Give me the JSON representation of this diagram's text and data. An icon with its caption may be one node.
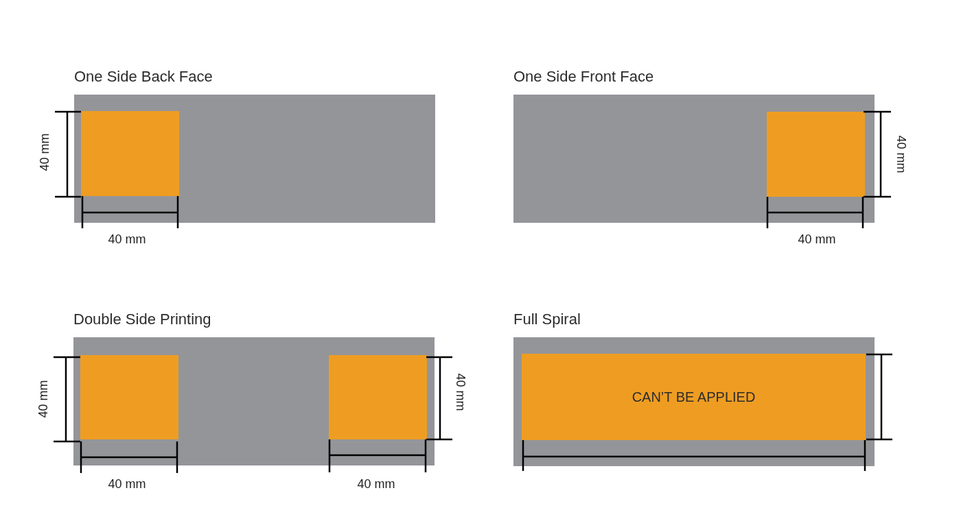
{
  "diagram": {
    "nodes": [
      {
        "text": [
          "One Side Back Face"
        ]
      },
      {
        "text": [],
        "shape": "box",
        "in": 0
      },
      {
        "text": [
          "One Side Front Face"
        ]
      },
      {
        "text": [],
        "shape": "box",
        "in": 2
      },
      {
        "text": [
          "Double Side Printing"
        ]
      },
      {
        "text": [],
        "shape": "box",
        "in": 4
      },
      {
        "text": [],
        "shape": "box",
        "in": 4
      },
      {
        "text": [
          "Full Spiral"
        ]
      },
      {
        "text": [
          "CAN’T BE APPLIED"
        ],
        "in": 7
      }
    ],
    "edges": [],
    "labels": [
      "40 mm",
      "40 mm",
      "40 mm",
      "40 mm",
      "40 mm",
      "40 mm",
      "40 mm",
      "40 mm"
    ]
  }
}
